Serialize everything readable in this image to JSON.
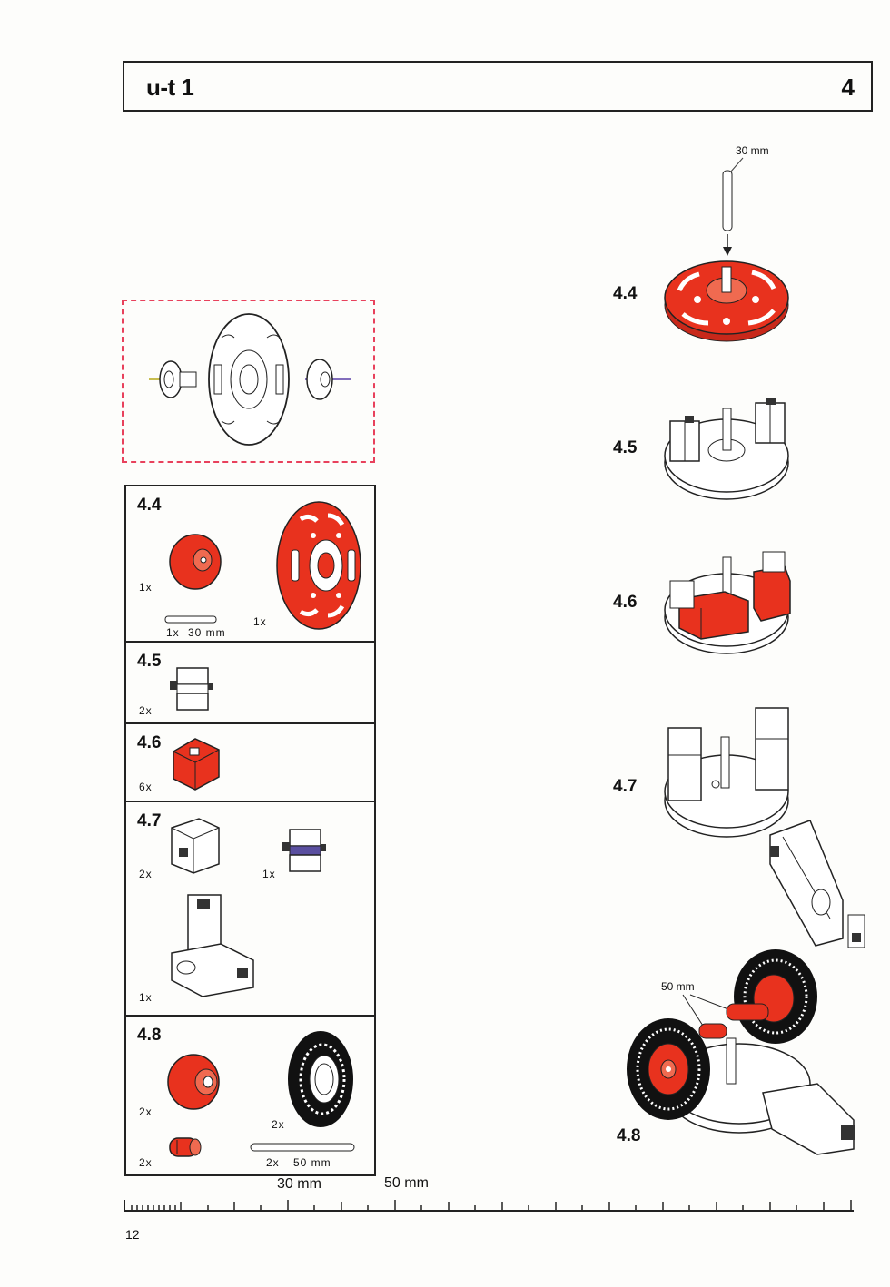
{
  "header": {
    "title": "u-t 1",
    "section_number": "4"
  },
  "parts_list": {
    "sections": [
      {
        "id": "4.4",
        "items": [
          {
            "qty": "1x",
            "label": "",
            "icon": "hub-nut-icon",
            "color": "#e8321e"
          },
          {
            "qty": "1x",
            "label": "30 mm",
            "icon": "axle-icon",
            "color": "#ffffff"
          },
          {
            "qty": "1x",
            "label": "",
            "icon": "red-hub-disc-icon",
            "color": "#e8321e"
          }
        ]
      },
      {
        "id": "4.5",
        "items": [
          {
            "qty": "2x",
            "label": "",
            "icon": "building-block-15-icon",
            "color": "#ffffff"
          }
        ]
      },
      {
        "id": "4.6",
        "items": [
          {
            "qty": "6x",
            "label": "",
            "icon": "red-wedge-block-icon",
            "color": "#e8321e"
          }
        ]
      },
      {
        "id": "4.7",
        "items": [
          {
            "qty": "2x",
            "label": "",
            "icon": "building-block-30-icon",
            "color": "#ffffff"
          },
          {
            "qty": "1x",
            "label": "",
            "icon": "building-block-15-icon",
            "color": "#ffffff"
          },
          {
            "qty": "1x",
            "label": "",
            "icon": "angle-joint-block-icon",
            "color": "#ffffff"
          }
        ]
      },
      {
        "id": "4.8",
        "items": [
          {
            "qty": "2x",
            "label": "",
            "icon": "red-hub-nut-icon",
            "color": "#e8321e"
          },
          {
            "qty": "2x",
            "label": "",
            "icon": "tire-icon",
            "color": "#111111"
          },
          {
            "qty": "2x",
            "label": "",
            "icon": "red-clip-icon",
            "color": "#e8321e"
          },
          {
            "qty": "2x",
            "label": "50 mm",
            "icon": "axle-icon",
            "color": "#ffffff"
          }
        ]
      }
    ]
  },
  "assembly_steps": [
    {
      "label": "4.4",
      "annotation": "30 mm"
    },
    {
      "label": "4.5",
      "annotation": ""
    },
    {
      "label": "4.6",
      "annotation": ""
    },
    {
      "label": "4.7",
      "annotation": ""
    },
    {
      "label": "4.8",
      "annotation": "50 mm"
    }
  ],
  "ruler": {
    "mark_30": "30 mm",
    "mark_50": "50 mm"
  },
  "page_number": "12",
  "colors": {
    "red": "#e8321e",
    "dashed_border": "#e8415c",
    "ink": "#111111"
  }
}
